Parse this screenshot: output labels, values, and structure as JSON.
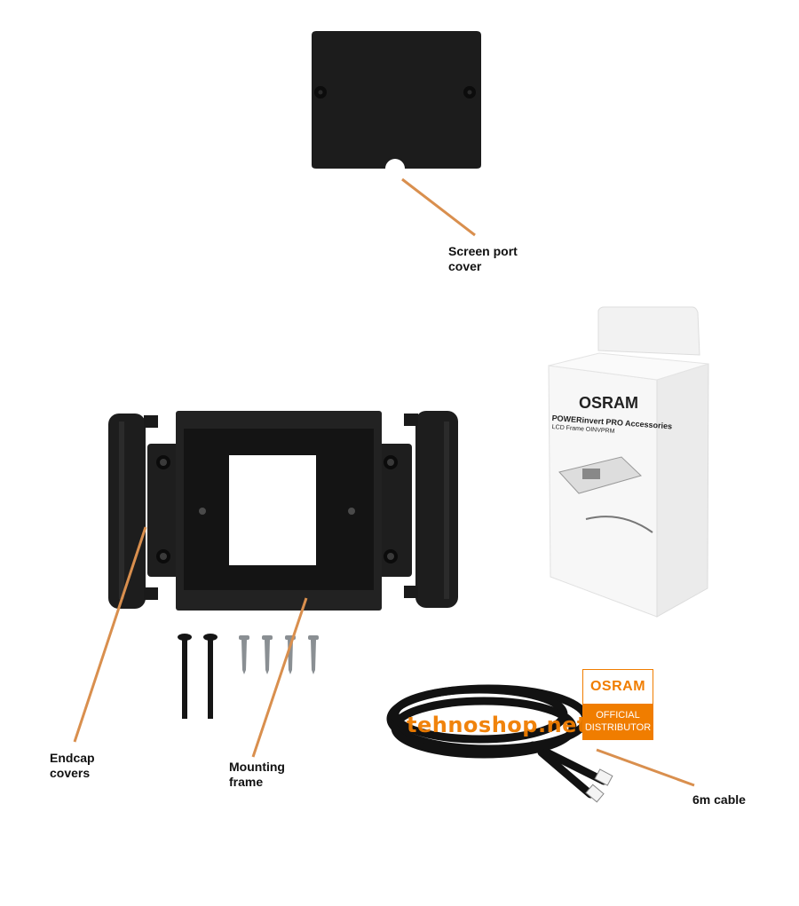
{
  "labels": {
    "screen_port_cover": "Screen port\ncover",
    "endcap_covers": "Endcap\ncovers",
    "mounting_frame": "Mounting\nframe",
    "cable": "6m cable"
  },
  "package": {
    "brand": "OSRAM",
    "title": "POWERinvert PRO Accessories",
    "subtitle": "LCD Frame OINVPRM"
  },
  "badge": {
    "brand": "OSRAM",
    "line1": "OFFICIAL",
    "line2": "DISTRIBUTOR"
  },
  "watermark": "tehnoshop.net",
  "colors": {
    "leader_line": "#d98f4e",
    "osram_orange": "#f07d00",
    "part_black": "#1a1a1a"
  }
}
